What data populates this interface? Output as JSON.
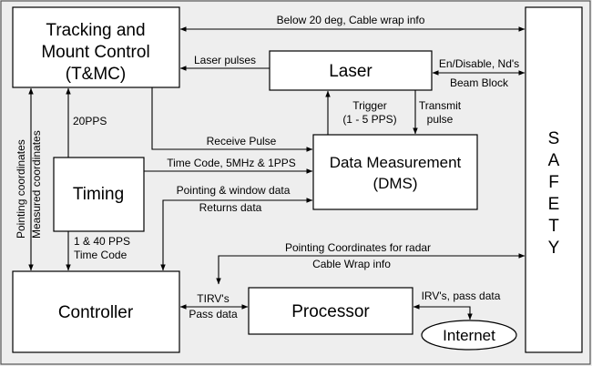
{
  "blocks": {
    "tmc": {
      "line1": "Tracking and",
      "line2": "Mount Control",
      "line3": "(T&MC)"
    },
    "laser": {
      "label": "Laser"
    },
    "dms": {
      "line1": "Data Measurement",
      "line2": "(DMS)"
    },
    "timing": {
      "label": "Timing"
    },
    "controller": {
      "label": "Controller"
    },
    "processor": {
      "label": "Processor"
    },
    "internet": {
      "label": "Internet"
    },
    "safety": {
      "letters": [
        "S",
        "A",
        "F",
        "E",
        "T",
        "Y"
      ]
    }
  },
  "connections": {
    "tmc_safety": "Below 20 deg, Cable wrap info",
    "laser_to_tmc": "Laser pulses",
    "laser_safety_1": "En/Disable, Nd's",
    "laser_safety_2": "Beam Block",
    "trigger_1": "Trigger",
    "trigger_2": "(1 - 5 PPS)",
    "transmit_1": "Transmit",
    "transmit_2": "pulse",
    "pps20": "20PPS",
    "receive_pulse": "Receive Pulse",
    "time_code": "Time Code, 5MHz & 1PPS",
    "pointing_window": "Pointing & window data",
    "returns": "Returns data",
    "pointing_coords": "Pointing coordinates",
    "measured_coords": "Measured coordinates",
    "pps_1_40": "1 & 40 PPS",
    "time_code_2": "Time Code",
    "radar_1": "Pointing Coordinates for radar",
    "radar_2": "Cable Wrap info",
    "tirv_1": "TIRV's",
    "tirv_2": "Pass data",
    "irv": "IRV's, pass data"
  }
}
